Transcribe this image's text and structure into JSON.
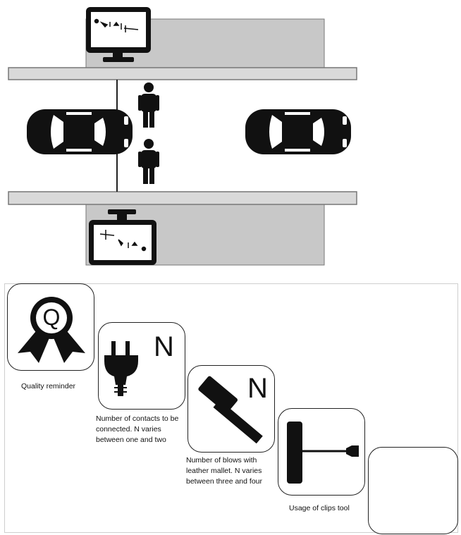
{
  "scene": {
    "monitor_top": {
      "icon": "monitor-with-workflow-icons"
    },
    "monitor_bottom": {
      "icon": "monitor-with-workflow-icons"
    },
    "car_left": {
      "icon": "car-top-view-icon"
    },
    "car_right": {
      "icon": "car-top-view-icon"
    },
    "worker_top": {
      "icon": "person-icon"
    },
    "worker_bottom": {
      "icon": "person-icon"
    }
  },
  "legend": {
    "items": [
      {
        "icon": "quality-ribbon-icon",
        "letter": "Q",
        "caption": "Quality reminder"
      },
      {
        "icon": "plug-icon",
        "letter": "N",
        "caption": "Number of contacts to be connected. N varies between one and two"
      },
      {
        "icon": "mallet-icon",
        "letter": "N",
        "caption": "Number of blows with leather mallet. N varies between three and four"
      },
      {
        "icon": "clips-tool-icon",
        "letter": "",
        "caption": "Usage of clips tool"
      },
      {
        "icon": "empty-card",
        "letter": "",
        "caption": ""
      }
    ]
  }
}
